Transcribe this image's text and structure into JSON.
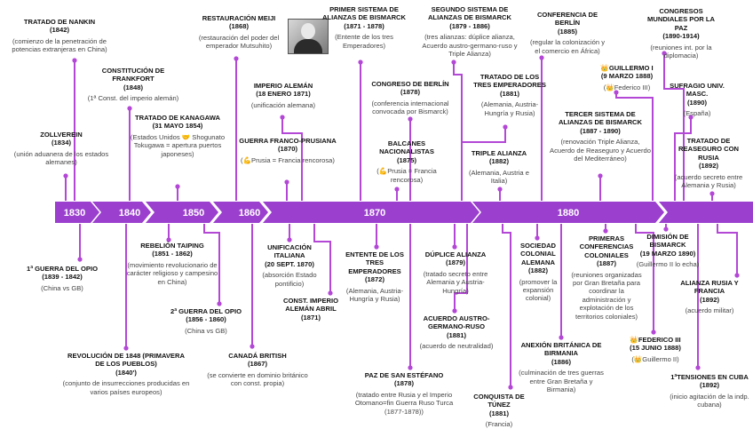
{
  "colors": {
    "accent": "#b347d6",
    "bar": "#9b3fce",
    "text": "#222222"
  },
  "decades": [
    {
      "label": "1830",
      "year": 1830
    },
    {
      "label": "1840",
      "year": 1840
    },
    {
      "label": "1850",
      "year": 1850
    },
    {
      "label": "1860",
      "year": 1860
    },
    {
      "label": "1870",
      "year": 1870
    },
    {
      "label": "1880",
      "year": 1880
    }
  ],
  "photo_caption": "retrato Bismarck",
  "events": [
    {
      "id": "nankin",
      "title": "TRATADO DE NANKIN",
      "date": "(1842)",
      "desc": "(comienzo de la penetración de potencias extranjeras en China)",
      "side": "top"
    },
    {
      "id": "constitucion",
      "title": "CONSTITUCIÓN DE FRANKFORT",
      "date": "(1848)",
      "desc": "(1ª Const. del imperio alemán)",
      "side": "top"
    },
    {
      "id": "zollverein",
      "title": "ZOLLVEREIN",
      "date": "(1834)",
      "desc": "(unión aduanera de los estados alemanes)",
      "side": "top"
    },
    {
      "id": "kanagawa",
      "title": "TRATADO DE KANAGAWA",
      "date": "(31 MAYO 1854)",
      "desc": "(Estados Unidos 🤝 Shogunato Tokugawa = apertura puertos japoneses)",
      "side": "top"
    },
    {
      "id": "meiji",
      "title": "RESTAURACIÓN MEIJI",
      "date": "(1868)",
      "desc": "(restauración del poder del emperador Mutsuhito)",
      "side": "top"
    },
    {
      "id": "imperio",
      "title": "IMPERIO ALEMÁN",
      "date": "(18 ENERO 1871)",
      "desc": "(unificación alemana)",
      "side": "top"
    },
    {
      "id": "francoprusiana",
      "title": "GUERRA FRANCO-PRUSIANA",
      "date": "(1870)",
      "desc": "(💪Prusia = Francia rencorosa)",
      "side": "top"
    },
    {
      "id": "alianzas1",
      "title": "PRIMER SISTEMA DE ALIANZAS DE BISMARCK",
      "date": "(1871 - 1878)",
      "desc": "(Entente de los tres Emperadores)",
      "side": "top"
    },
    {
      "id": "berlin78",
      "title": "CONGRESO DE BERLÍN",
      "date": "(1878)",
      "desc": "(conferencia internacional convocada por Bismarck)",
      "side": "top"
    },
    {
      "id": "balcanes",
      "title": "BALCANES NACIONALISTAS",
      "date": "(1875)",
      "desc": "(💪Prusia = Francia rencorosa)",
      "side": "top"
    },
    {
      "id": "alianzas2",
      "title": "SEGUNDO SISTEMA DE ALIANZAS DE BISMARCK",
      "date": "(1879 - 1886)",
      "desc": "(tres alianzas: dúplice alianza, Acuerdo austro-germano-ruso y Triple Alianza)",
      "side": "top"
    },
    {
      "id": "tresemp",
      "title": "TRATADO DE LOS TRES EMPERADORES",
      "date": "(1881)",
      "desc": "(Alemania, Austria-Hungría y Rusia)",
      "side": "top"
    },
    {
      "id": "triple",
      "title": "TRIPLE ALIANZA",
      "date": "(1882)",
      "desc": "(Alemania, Austria e Italia)",
      "side": "top"
    },
    {
      "id": "berlin85",
      "title": "CONFERENCIA DE BERLÍN",
      "date": "(1885)",
      "desc": "(regular la colonización y el comercio en África)",
      "side": "top"
    },
    {
      "id": "guillermo1",
      "title": "👑GUILLERMO I",
      "date": "(9 MARZO 1888)",
      "desc": "(👑Federico III)",
      "side": "top"
    },
    {
      "id": "alianzas3",
      "title": "TERCER SISTEMA DE ALIANZAS DE BISMARCK",
      "date": "(1887 - 1890)",
      "desc": "(renovación Triple Alianza, Acuerdo de Reaseguro y Acuerdo del Mediterráneo)",
      "side": "top"
    },
    {
      "id": "congresos",
      "title": "CONGRESOS MUNDIALES POR LA PAZ",
      "date": "(1890-1914)",
      "desc": "(reuniones int. por la diplomacia)",
      "side": "top"
    },
    {
      "id": "sufragio",
      "title": "SUFRAGIO UNIV. MASC.",
      "date": "(1890)",
      "desc": "(España)",
      "side": "top"
    },
    {
      "id": "reaseguro",
      "title": "TRATADO DE REASEGURO CON RUSIA",
      "date": "(1892)",
      "desc": "(acuerdo secreto entre Alemania y Rusia)",
      "side": "top"
    },
    {
      "id": "opio1",
      "title": "1ª GUERRA DEL OPIO",
      "date": "(1839 - 1842)",
      "desc": "(China vs GB)",
      "side": "bottom"
    },
    {
      "id": "revolucion",
      "title": "REVOLUCIÓN DE 1848 (PRIMAVERA DE LOS PUEBLOS)",
      "date": "(1840')",
      "desc": "(conjunto de insurrecciones producidas en varios países europeos)",
      "side": "bottom"
    },
    {
      "id": "taiping",
      "title": "REBELIÓN TAIPING",
      "date": "(1851 - 1862)",
      "desc": "(movimiento revolucionario de carácter religioso y campesino en China)",
      "side": "bottom"
    },
    {
      "id": "opio2",
      "title": "2ª GUERRA DEL OPIO",
      "date": "(1856 - 1860)",
      "desc": "(China vs GB)",
      "side": "bottom"
    },
    {
      "id": "canada",
      "title": "CANADÁ BRITISH",
      "date": "(1867)",
      "desc": "(se convierte en dominio británico con const. propia)",
      "side": "bottom"
    },
    {
      "id": "italia",
      "title": "UNIFICACIÓN ITALIANA",
      "date": "(20 SEPT. 1870)",
      "desc": "(absorción Estado pontificio)",
      "side": "bottom"
    },
    {
      "id": "constimperio",
      "title": "CONST. IMPERIO ALEMÁN ABRIL",
      "date": "(1871)",
      "desc": "",
      "side": "bottom"
    },
    {
      "id": "entente",
      "title": "ENTENTE DE LOS TRES EMPERADORES",
      "date": "(1872)",
      "desc": "(Alemania, Austria-Hungría y Rusia)",
      "side": "bottom"
    },
    {
      "id": "santoestefano",
      "title": "PAZ DE SAN ESTÉFANO",
      "date": "(1878)",
      "desc": "(tratado entre Rusia y el Imperio Otomano=fin Guerra Ruso Turca (1877-1878))",
      "side": "bottom"
    },
    {
      "id": "duplice",
      "title": "DÚPLICE ALIANZA",
      "date": "(1879)",
      "desc": "(tratado secreto entre Alemania y Austria-Hungría)",
      "side": "bottom"
    },
    {
      "id": "austroruso",
      "title": "ACUERDO AUSTRO-GERMANO-RUSO",
      "date": "(1881)",
      "desc": "(acuerdo de neutralidad)",
      "side": "bottom"
    },
    {
      "id": "tunez",
      "title": "CONQUISTA DE TÚNEZ",
      "date": "(1881)",
      "desc": "(Francia)",
      "side": "bottom"
    },
    {
      "id": "sociedad",
      "title": "SOCIEDAD COLONIAL ALEMANA",
      "date": "(1882)",
      "desc": "(promover la expansión colonial)",
      "side": "bottom"
    },
    {
      "id": "conferencias",
      "title": "PRIMERAS CONFERENCIAS COLONIALES",
      "date": "(1887)",
      "desc": "(reuniones organizadas por Gran Bretaña para coordinar la administración y explotación de los territorios coloniales)",
      "side": "bottom"
    },
    {
      "id": "birmania",
      "title": "ANEXIÓN BRITÁNICA DE BIRMANIA",
      "date": "(1886)",
      "desc": "(culminación de tres guerras entre Gran Bretaña y Birmania)",
      "side": "bottom"
    },
    {
      "id": "dimision",
      "title": "DIMISIÓN DE BISMARCK",
      "date": "(19 MARZO 1890)",
      "desc": "(Guillermo II lo echa)",
      "side": "bottom"
    },
    {
      "id": "federico",
      "title": "👑FEDERICO III",
      "date": "(15 JUNIO 1888)",
      "desc": "(👑Guillermo II)",
      "side": "bottom"
    },
    {
      "id": "rusiafrancia",
      "title": "ALIANZA RUSIA Y FRANCIA",
      "date": "(1892)",
      "desc": "(acuerdo militar)",
      "side": "bottom"
    },
    {
      "id": "cuba",
      "title": "1ªTENSIONES EN CUBA",
      "date": "(1892)",
      "desc": "(inicio agitación de la indp. cubana)",
      "side": "bottom"
    }
  ]
}
